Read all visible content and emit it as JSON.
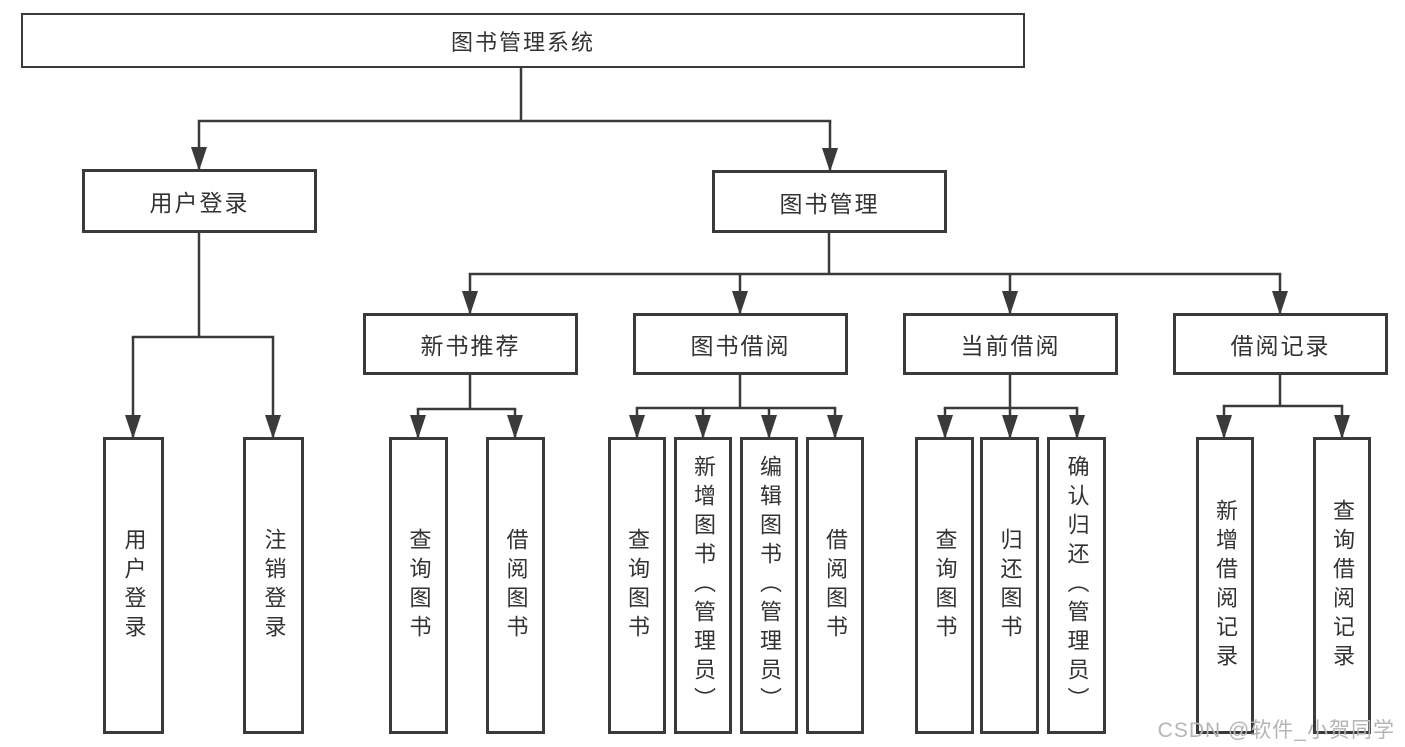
{
  "nodes": {
    "root": "图书管理系统",
    "level2": [
      "用户登录",
      "图书管理"
    ],
    "level3": [
      "新书推荐",
      "图书借阅",
      "当前借阅",
      "借阅记录"
    ],
    "leaves": [
      "用户登录",
      "注销登录",
      "查询图书",
      "借阅图书",
      "查询图书",
      "新增图书（管理员）",
      "编辑图书（管理员）",
      "借阅图书",
      "查询图书",
      "归还图书",
      "确认归还（管理员）",
      "新增借阅记录",
      "查询借阅记录"
    ]
  },
  "hierarchy": {
    "图书管理系统": [
      "用户登录",
      "图书管理"
    ],
    "用户登录": [
      "用户登录",
      "注销登录"
    ],
    "图书管理": [
      "新书推荐",
      "图书借阅",
      "当前借阅",
      "借阅记录"
    ],
    "新书推荐": [
      "查询图书",
      "借阅图书"
    ],
    "图书借阅": [
      "查询图书",
      "新增图书（管理员）",
      "编辑图书（管理员）",
      "借阅图书"
    ],
    "当前借阅": [
      "查询图书",
      "归还图书",
      "确认归还（管理员）"
    ],
    "借阅记录": [
      "新增借阅记录",
      "查询借阅记录"
    ]
  },
  "watermark": "CSDN @软件_小贺同学",
  "colors": {
    "line": "#3a3a3a",
    "text": "#333333",
    "watermark": "#b5b5b5",
    "background": "#ffffff"
  }
}
